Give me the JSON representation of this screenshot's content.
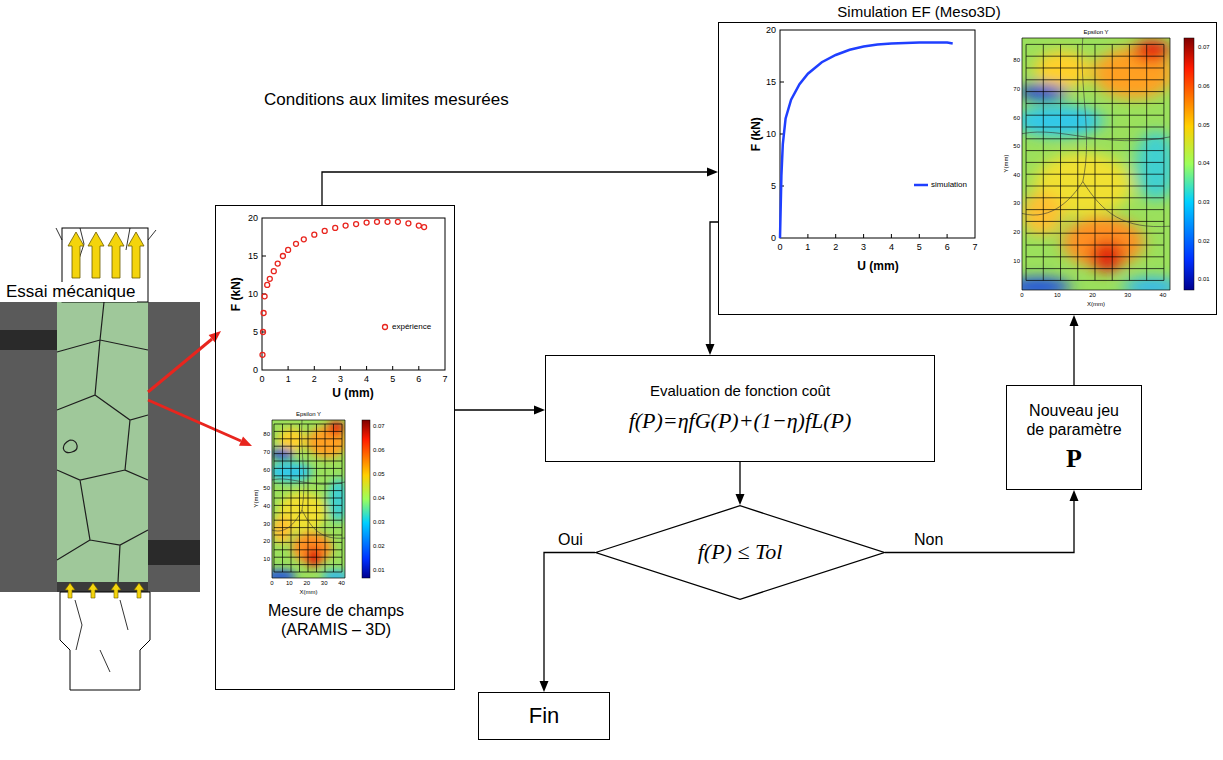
{
  "diagram": {
    "nodes": [
      {
        "text": [
          "Mesure de champs (ARAMIS – 3D)"
        ]
      },
      {
        "text": [
          "Simulation EF (Meso3D)"
        ]
      },
      {
        "text": [
          "Evaluation de fonction coût",
          "f(P)=ηfG(P)+(1−η)fL(P)"
        ]
      },
      {
        "text": [
          "f(P) ≤ Tol"
        ]
      },
      {
        "text": [
          "Fin"
        ]
      },
      {
        "text": [
          "Nouveau jeu de paramètre",
          "P"
        ]
      }
    ],
    "edges": [
      {
        "from": 0,
        "to": 1,
        "arrow": "to",
        "label": "Conditions aux limites mesurées"
      },
      {
        "from": 0,
        "to": 2,
        "arrow": "to"
      },
      {
        "from": 1,
        "to": 2,
        "arrow": "to"
      },
      {
        "from": 2,
        "to": 3,
        "arrow": "to"
      },
      {
        "from": 3,
        "to": 4,
        "arrow": "to",
        "label": "Oui"
      },
      {
        "from": 3,
        "to": 5,
        "arrow": "to",
        "label": "Non"
      },
      {
        "from": 5,
        "to": 1,
        "arrow": "to"
      }
    ],
    "labels": [
      "Essai mécanique",
      "F (kN)",
      "U (mm)",
      "expérience",
      "0",
      "5",
      "10",
      "15",
      "20",
      "0",
      "1",
      "2",
      "3",
      "4",
      "5",
      "6",
      "7",
      "Epsilon Y",
      "Y(mm)",
      "X(mm)",
      "10",
      "20",
      "30",
      "40",
      "50",
      "60",
      "70",
      "80",
      "0",
      "10",
      "20",
      "30",
      "40",
      "0.07",
      "0.06",
      "0.05",
      "0.04",
      "0.03",
      "0.02",
      "0.01",
      "F (kN)",
      "U (mm)",
      "simulation",
      "0",
      "5",
      "10",
      "15",
      "20",
      "0",
      "1",
      "2",
      "3",
      "4",
      "5",
      "6",
      "7",
      "Epsilon Y",
      "Y(mm)",
      "X(mm)",
      "10",
      "20",
      "30",
      "40",
      "50",
      "60",
      "70",
      "80",
      "0",
      "10",
      "20",
      "30",
      "40",
      "0.07",
      "0.06",
      "0.05",
      "0.04",
      "0.03",
      "0.02",
      "0.01"
    ]
  }
}
